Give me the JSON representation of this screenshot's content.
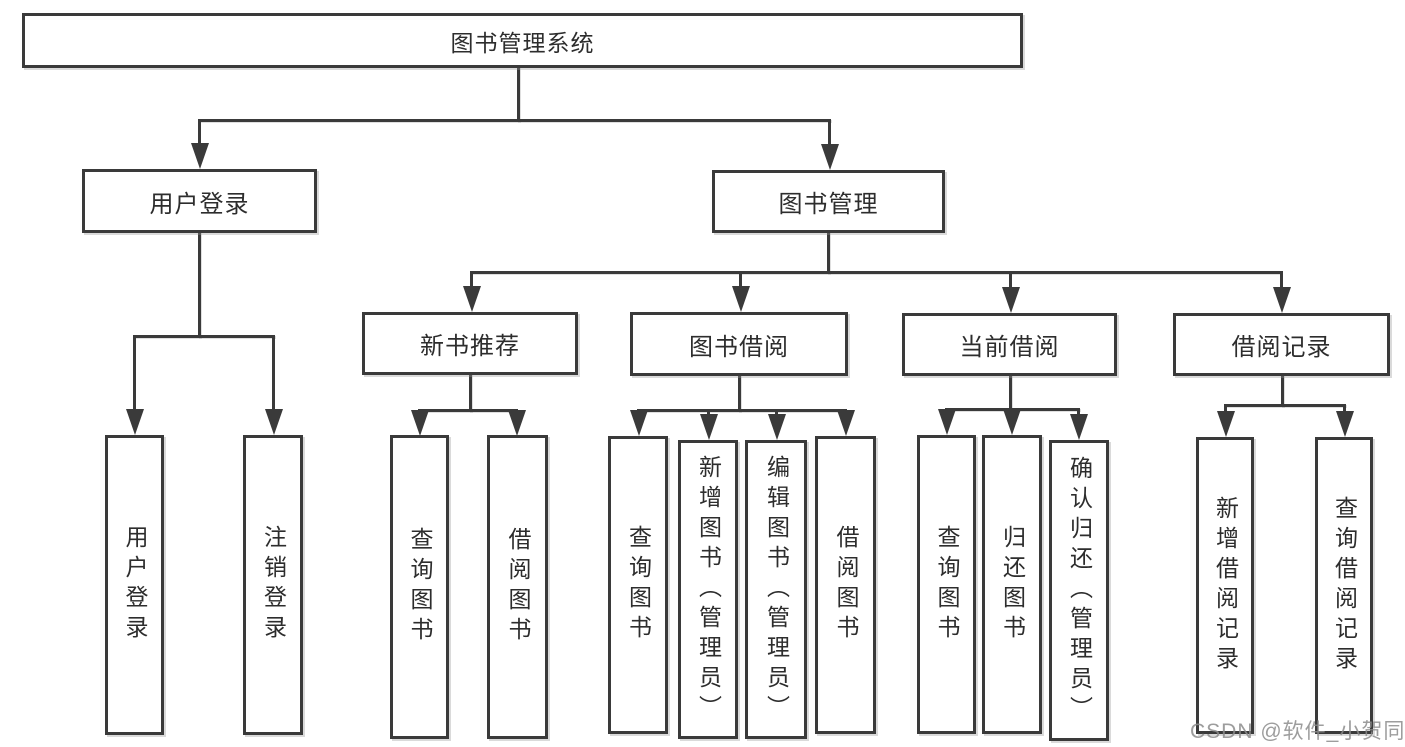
{
  "colors": {
    "line": "#3a3a3a",
    "text": "#2d2d2d",
    "watermark": "#8c8c8c"
  },
  "root": {
    "label": "图书管理系统"
  },
  "level2": {
    "user_login": {
      "label": "用户登录"
    },
    "book_management": {
      "label": "图书管理"
    }
  },
  "level3": {
    "new_book_recommend": {
      "label": "新书推荐"
    },
    "book_borrowing": {
      "label": "图书借阅"
    },
    "current_borrowing": {
      "label": "当前借阅"
    },
    "borrowing_records": {
      "label": "借阅记录"
    }
  },
  "leaves": {
    "user_login": [
      "用户登录",
      "注销登录"
    ],
    "new_book_recommend": [
      "查询图书",
      "借阅图书"
    ],
    "book_borrowing": [
      "查询图书",
      "新增图书（管理员）",
      "编辑图书（管理员）",
      "借阅图书"
    ],
    "current_borrowing": [
      "查询图书",
      "归还图书",
      "确认归还（管理员）"
    ],
    "borrowing_records": [
      "新增借阅记录",
      "查询借阅记录"
    ]
  },
  "watermark": "CSDN @软件_小贺同学"
}
